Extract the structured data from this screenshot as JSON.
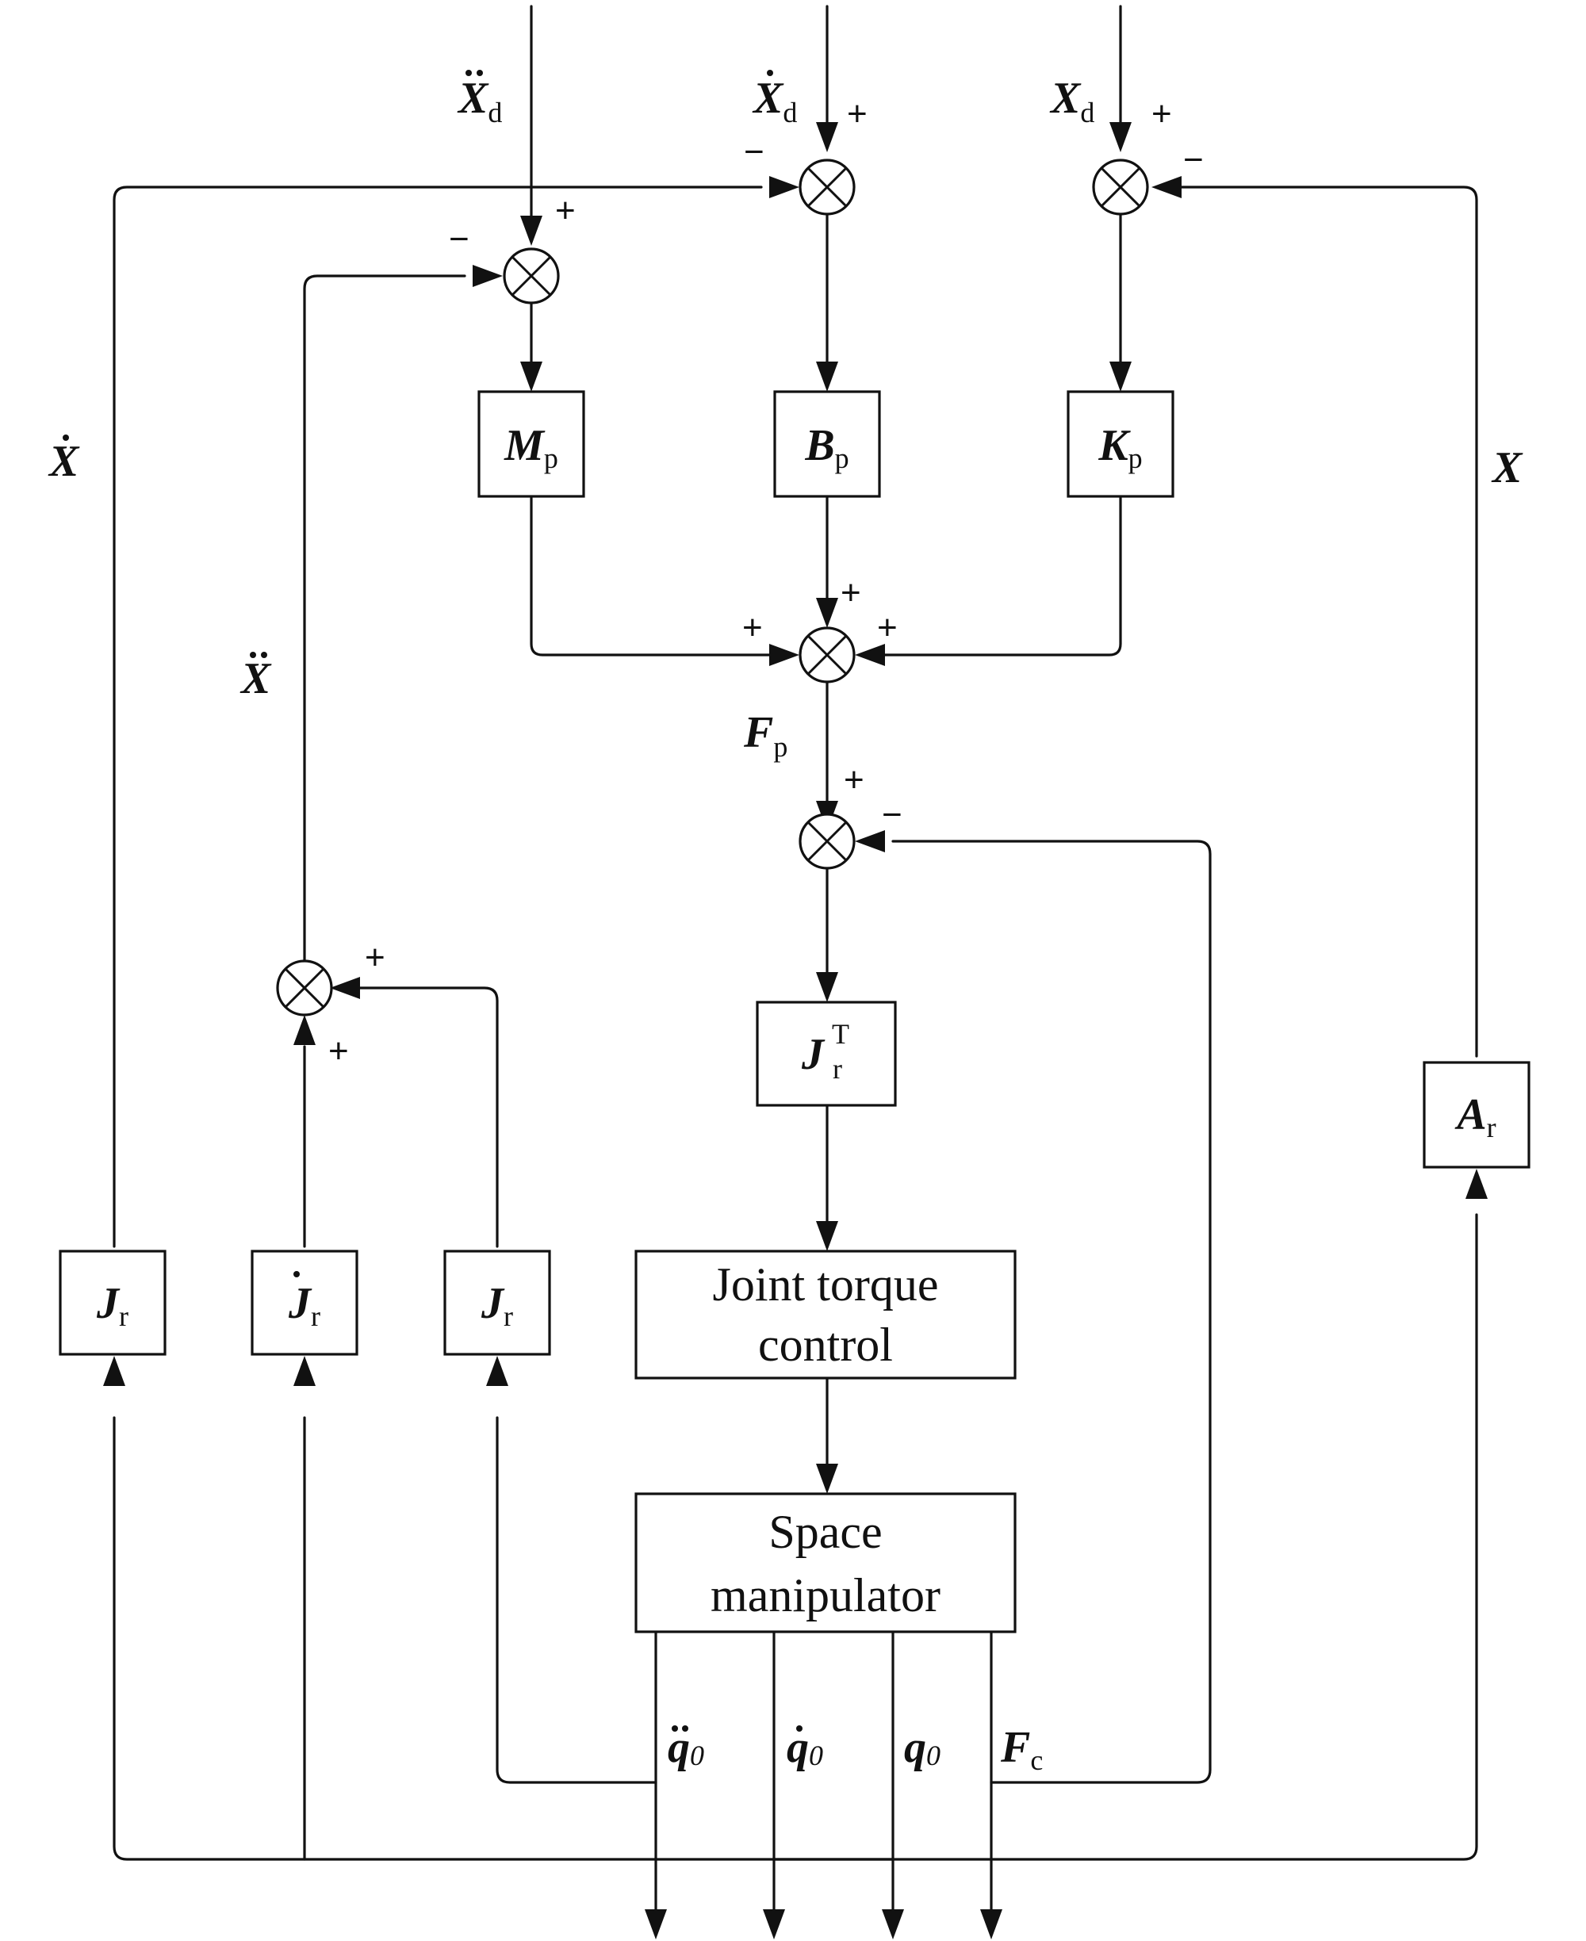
{
  "inputs": {
    "acc": {
      "symbol": "X",
      "sub": "d"
    },
    "vel": {
      "symbol": "X",
      "sub": "d"
    },
    "pos": {
      "symbol": "X",
      "sub": "d"
    }
  },
  "feedback": {
    "velocity": {
      "symbol": "X"
    },
    "position": {
      "symbol": "X"
    },
    "acceleration": {
      "symbol": "X"
    }
  },
  "blocks": {
    "mass": {
      "symbol": "M",
      "sub": "p"
    },
    "damping": {
      "symbol": "B",
      "sub": "p"
    },
    "stiffness": {
      "symbol": "K",
      "sub": "p"
    },
    "jacobian_transpose": {
      "symbol": "J",
      "sub": "r",
      "sup": "T"
    },
    "jacobian_1": {
      "symbol": "J",
      "sub": "r"
    },
    "jacobian_dot": {
      "symbol": "J",
      "sub": "r"
    },
    "jacobian_2": {
      "symbol": "J",
      "sub": "r"
    },
    "forward_map": {
      "symbol": "A",
      "sub": "r"
    },
    "joint_torque": {
      "line1": "Joint torque",
      "line2": "control"
    },
    "manipulator": {
      "line1": "Space",
      "line2": "manipulator"
    }
  },
  "signals": {
    "impedance_force": {
      "symbol": "F",
      "sub": "p"
    },
    "contact_force": {
      "symbol": "F",
      "sub": "c"
    },
    "joint_acc": {
      "symbol": "q",
      "sub": "0"
    },
    "joint_vel": {
      "symbol": "q",
      "sub": "0"
    },
    "joint_pos": {
      "symbol": "q",
      "sub": "0"
    }
  },
  "signs": {
    "plus": "+",
    "minus": "−"
  }
}
